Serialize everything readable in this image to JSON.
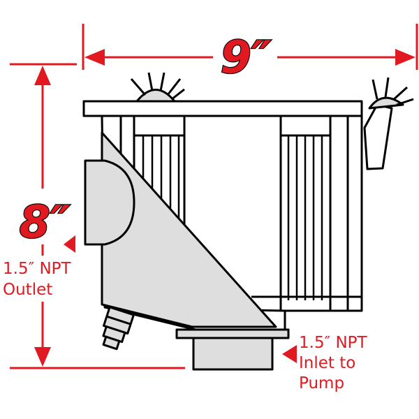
{
  "dimensions": {
    "width_label": "9″",
    "height_label": "8″"
  },
  "callouts": {
    "outlet": {
      "line1": "1.5″ NPT",
      "line2": "Outlet"
    },
    "inlet": {
      "line1": "1.5″ NPT",
      "line2": "Inlet to",
      "line3": "Pump"
    }
  },
  "colors": {
    "dimension_red": "#e11a22",
    "outline": "#000000",
    "body_fill": "#ffffff",
    "shade_fill": "#dedede"
  }
}
